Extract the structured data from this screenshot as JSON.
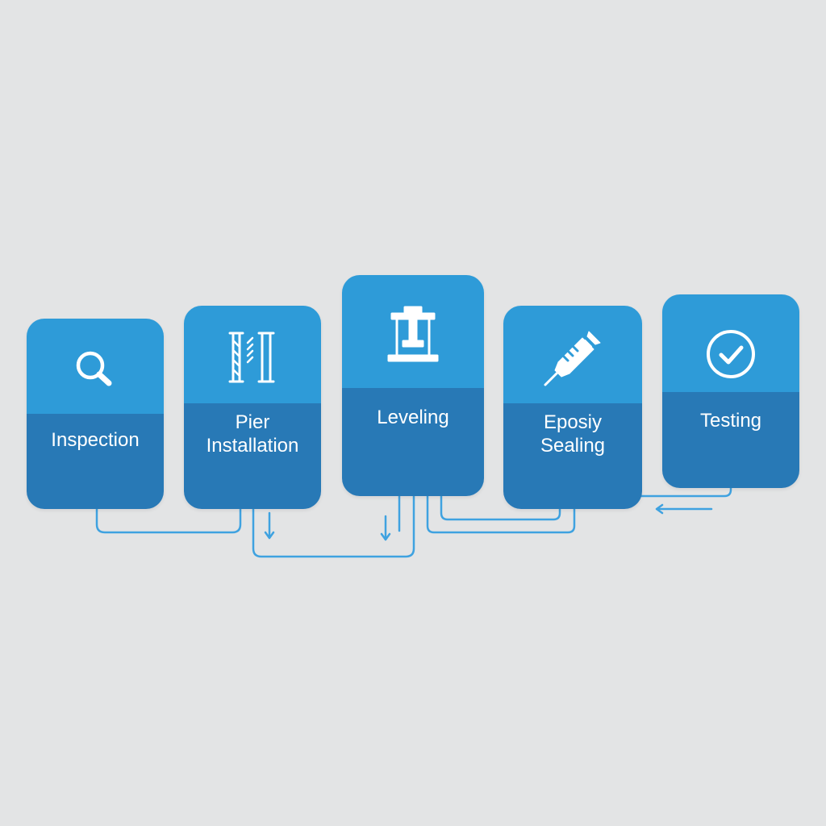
{
  "steps": [
    {
      "id": "inspection",
      "label": "Inspection",
      "icon": "magnifier-icon"
    },
    {
      "id": "pier-installation",
      "label": "Pier\nInstallation",
      "icon": "pier-columns-icon"
    },
    {
      "id": "leveling",
      "label": "Leveling",
      "icon": "hydraulic-press-icon"
    },
    {
      "id": "epoxy-sealing",
      "label": "Eposiy\nSealing",
      "icon": "syringe-icon"
    },
    {
      "id": "testing",
      "label": "Testing",
      "icon": "check-circle-icon"
    }
  ],
  "colors": {
    "background": "#e3e4e5",
    "card_top": "#2e9bd8",
    "card_bottom": "#2879b6",
    "connector": "#3fa2e0",
    "text": "#ffffff"
  }
}
